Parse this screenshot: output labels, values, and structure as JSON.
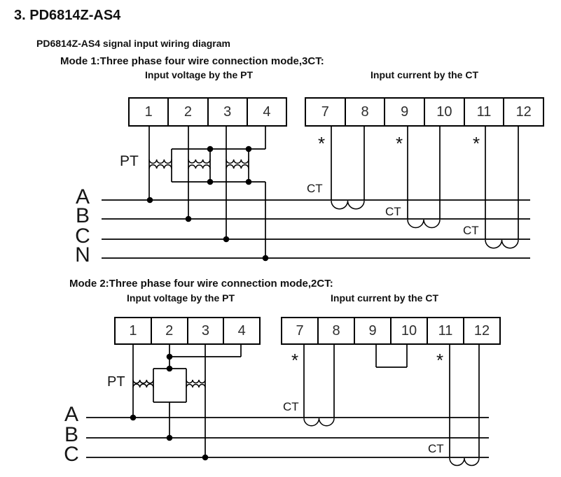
{
  "title": "3. PD6814Z-AS4",
  "subtitle": "PD6814Z-AS4 signal input wiring diagram",
  "mode1": {
    "label": "Mode 1:Three phase four wire connection mode,3CT:",
    "pt_section_title": "Input voltage by the PT",
    "ct_section_title": "Input current by the CT",
    "pt_label": "PT",
    "pt_terminals": [
      "1",
      "2",
      "3",
      "4"
    ],
    "ct_terminals": [
      "7",
      "8",
      "9",
      "10",
      "11",
      "12"
    ],
    "phases": [
      "A",
      "B",
      "C",
      "N"
    ],
    "ct_labels": [
      "CT",
      "CT",
      "CT"
    ],
    "polarity_marks": [
      "*",
      "*",
      "*"
    ]
  },
  "mode2": {
    "label": "Mode 2:Three phase four wire connection mode,2CT:",
    "pt_section_title": "Input voltage by the PT",
    "ct_section_title": "Input current by the CT",
    "pt_label": "PT",
    "pt_terminals": [
      "1",
      "2",
      "3",
      "4"
    ],
    "ct_terminals": [
      "7",
      "8",
      "9",
      "10",
      "11",
      "12"
    ],
    "phases": [
      "A",
      "B",
      "C"
    ],
    "ct_labels": [
      "CT",
      "CT"
    ],
    "polarity_marks": [
      "*",
      "*"
    ]
  }
}
